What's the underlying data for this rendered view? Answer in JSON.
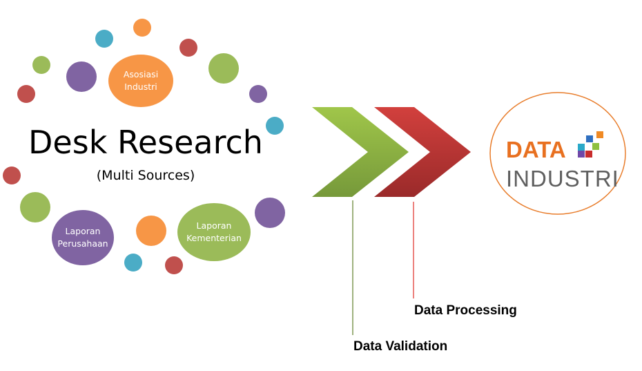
{
  "title": "Desk Research",
  "subtitle": "(Multi Sources)",
  "sources": [
    {
      "line1": "Asosiasi",
      "line2": "Industri"
    },
    {
      "line1": "Laporan",
      "line2": "Perusahaan"
    },
    {
      "line1": "Laporan",
      "line2": "Kementerian"
    }
  ],
  "steps": [
    {
      "label": "Data Validation",
      "color": "#8db33a"
    },
    {
      "label": "Data Processing",
      "color": "#c0393b"
    }
  ],
  "logo": {
    "line1": "DATA",
    "line2": "INDUSTRI"
  },
  "colors": {
    "orange": "#f79646",
    "teal": "#4bacc6",
    "red": "#c0504d",
    "green": "#9bbb59",
    "purple": "#8064a2"
  }
}
